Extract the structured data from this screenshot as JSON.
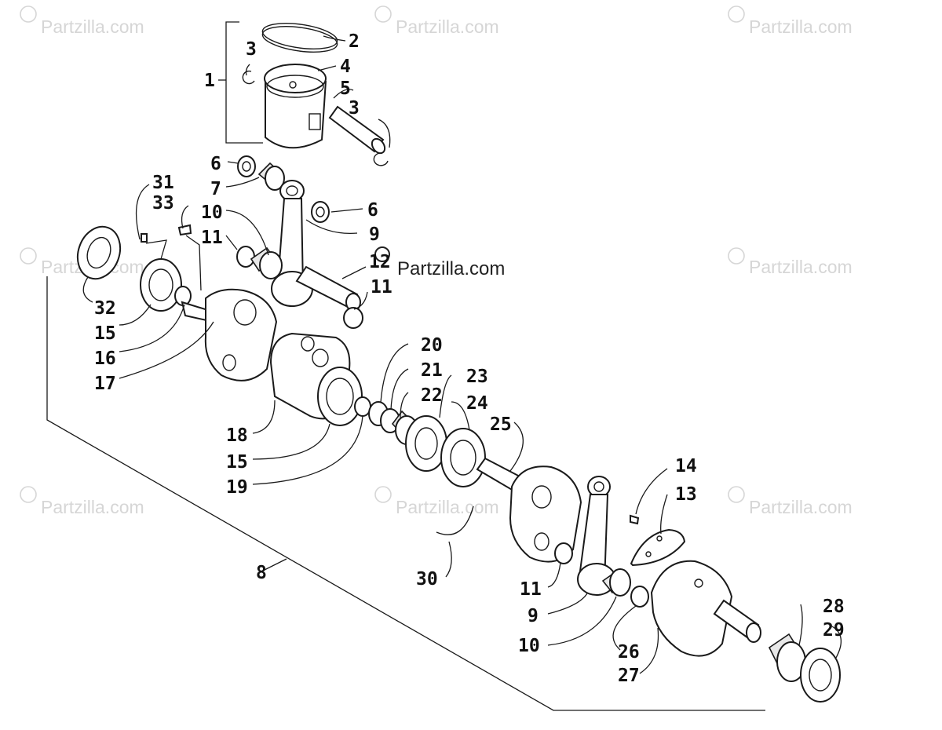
{
  "watermark": {
    "brand": "Partzilla.com",
    "symbol": "©",
    "center_brand": "Partzilla.com"
  },
  "callouts": [
    "1",
    "2",
    "3",
    "3",
    "4",
    "5",
    "6",
    "6",
    "7",
    "8",
    "9",
    "9",
    "10",
    "10",
    "11",
    "11",
    "11",
    "12",
    "13",
    "14",
    "15",
    "15",
    "16",
    "17",
    "18",
    "19",
    "20",
    "21",
    "22",
    "23",
    "24",
    "25",
    "26",
    "27",
    "28",
    "29",
    "30",
    "31",
    "32",
    "33"
  ]
}
